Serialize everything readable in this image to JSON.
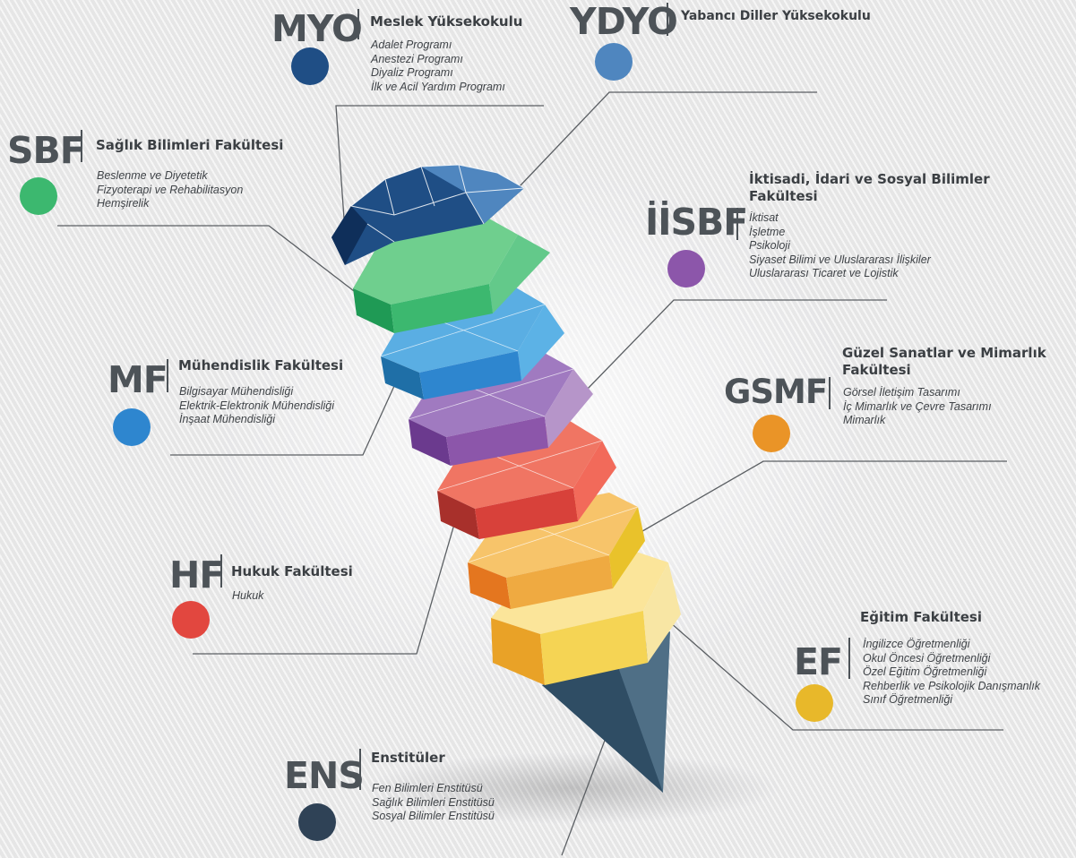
{
  "units": [
    {
      "key": "myo",
      "abbr": "MYO",
      "title_lines": [
        "Meslek Yüksekokulu"
      ],
      "programs": [
        "Adalet Programı",
        "Anestezi Programı",
        "Diyaliz Programı",
        "İlk ve Acil Yardım Programı"
      ],
      "color": "#1f4e85"
    },
    {
      "key": "ydyo",
      "abbr": "YDYO",
      "title_lines": [
        "Yabancı Diller Yüksekokulu"
      ],
      "programs": [],
      "color": "#4f86bf"
    },
    {
      "key": "sbf",
      "abbr": "SBF",
      "title_lines": [
        "Sağlık Bilimleri Fakültesi"
      ],
      "programs": [
        "Beslenme ve Diyetetik",
        "Fizyoterapi ve Rehabilitasyon",
        "Hemşirelik"
      ],
      "color": "#3cb86f"
    },
    {
      "key": "iisbf",
      "abbr": "İİSBF",
      "title_lines": [
        "İktisadi, İdari ve Sosyal Bilimler",
        "Fakültesi"
      ],
      "programs": [
        "İktisat",
        "İşletme",
        "Psikoloji",
        "Siyaset Bilimi ve Uluslararası İlişkiler",
        "Uluslararası Ticaret ve Lojistik"
      ],
      "color": "#8c56aa"
    },
    {
      "key": "mf",
      "abbr": "MF",
      "title_lines": [
        "Mühendislik Fakültesi"
      ],
      "programs": [
        "Bilgisayar Mühendisliği",
        "Elektrik-Elektronik Mühendisliği",
        "İnşaat Mühendisliği"
      ],
      "color": "#2e86cf"
    },
    {
      "key": "gsmf",
      "abbr": "GSMF",
      "title_lines": [
        "Güzel Sanatlar ve Mimarlık",
        "Fakültesi"
      ],
      "programs": [
        "Görsel İletişim Tasarımı",
        "İç Mimarlık ve Çevre Tasarımı",
        "Mimarlık"
      ],
      "color": "#ea9427"
    },
    {
      "key": "hf",
      "abbr": "HF",
      "title_lines": [
        "Hukuk Fakültesi"
      ],
      "programs": [
        "Hukuk"
      ],
      "color": "#e2473f"
    },
    {
      "key": "ef",
      "abbr": "EF",
      "title_lines": [
        "Eğitim Fakültesi"
      ],
      "programs": [
        "İngilizce Öğretmenliği",
        "Okul Öncesi Öğretmenliği",
        "Özel Eğitim Öğretmenliği",
        "Rehberlik ve Psikolojik Danışmanlık",
        "Sınıf Öğretmenliği"
      ],
      "color": "#e8b82a"
    },
    {
      "key": "ens",
      "abbr": "ENS",
      "title_lines": [
        "Enstitüler"
      ],
      "programs": [
        "Fen Bilimleri Enstitüsü",
        "Sağlık Bilimleri Enstitüsü",
        "Sosyal Bilimler Enstitüsü"
      ],
      "color": "#2f4256"
    }
  ]
}
